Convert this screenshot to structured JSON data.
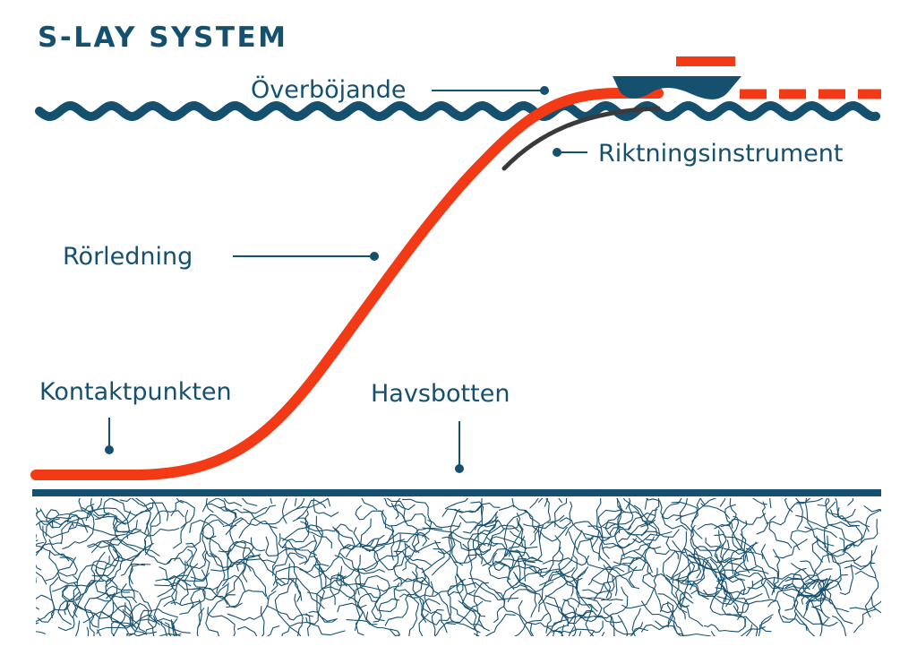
{
  "title": "S-LAY SYSTEM",
  "labels": {
    "overbend": "Överböjande",
    "stinger": "Riktningsinstrument",
    "pipeline": "Rörledning",
    "touchdown": "Kontaktpunkten",
    "seabed": "Havsbotten"
  },
  "colors": {
    "navy": "#15506f",
    "pipe": "#f23a16",
    "stinger": "#3a3a3a",
    "background": "#ffffff"
  },
  "icons": {
    "vessel": "ship-icon",
    "waves": "wave-icon",
    "sediment": "seabed-texture"
  }
}
